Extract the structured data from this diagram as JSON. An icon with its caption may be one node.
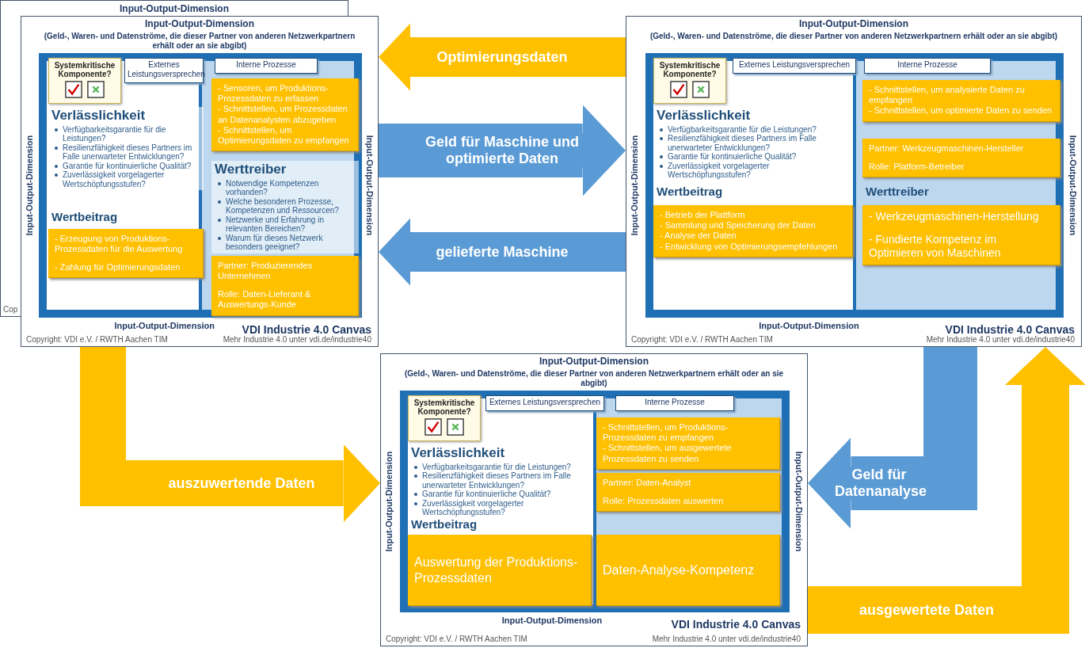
{
  "diagram": {
    "nodes": [
      {
        "text": [
          "Input-Output-Dimension",
          "(Geld-, Waren- und Datenströme, die dieser Partner von anderen Netzwerkpartnern erhält oder an sie abgibt)"
        ]
      },
      {
        "text": [
          "Systemkritische Komponente?"
        ],
        "in": 0
      },
      {
        "text": [
          "Externes Leistungsversprechen"
        ],
        "in": 0
      },
      {
        "text": [
          "Interne Prozesse"
        ],
        "in": 0
      },
      {
        "text": [
          "Verlässlichkeit",
          "Verfügbarkeitsgarantie für die Leistungen?",
          "Resilienzfähigkeit dieses Partners im Falle unerwarteter Entwicklungen?",
          "Garantie für kontinuierliche Qualität?",
          "Zuverlässigkeit vorgelagerter Wertschöpfungsstufen?"
        ],
        "in": 0
      },
      {
        "text": [
          "- Sensoren, um Produktions-Prozessdaten zu erfassen",
          "- Schnittstellen, um Prozessdaten an Datenanalysten abzugeben",
          "- Schnittstellen, um Optimierungsdaten zu empfangen"
        ],
        "in": 0
      },
      {
        "text": [
          "Partner: Produzierendes Unternehmen",
          "Rolle: Daten-Lieferant & Auswertungs-Kunde"
        ],
        "in": 0
      },
      {
        "text": [
          "Wertbeitrag"
        ],
        "in": 0
      },
      {
        "text": [
          "- Erzeugung von Produktions-Prozessdaten für die Auswertung",
          "- Zahlung für Optimierungsdaten"
        ],
        "in": 0
      },
      {
        "text": [
          "Werttreiber",
          "Notwendige Kompetenzen vorhanden?",
          "Welche besonderen Prozesse, Kompetenzen und Ressourcen?",
          "Netzwerke und Erfahrung in relevanten Bereichen?",
          "Warum für dieses Netzwerk besonders geeignet?"
        ],
        "in": 0
      },
      {
        "text": [
          "Input-Output-Dimension",
          "(Geld-, Waren- und Datenströme, die dieser Partner von anderen Netzwerkpartnern erhält oder an sie abgibt)"
        ]
      },
      {
        "text": [
          "Systemkritische Komponente?"
        ],
        "in": 10
      },
      {
        "text": [
          "Externes Leistungsversprechen"
        ],
        "in": 10
      },
      {
        "text": [
          "Interne Prozesse"
        ],
        "in": 10
      },
      {
        "text": [
          "Verlässlichkeit",
          "Verfügbarkeitsgarantie für die Leistungen?",
          "Resilienzfähigkeit dieses Partners im Falle unerwarteter Entwicklungen?",
          "Garantie für kontinuierliche Qualität?",
          "Zuverlässigkeit vorgelagerter Wertschöpfungsstufen?"
        ],
        "in": 10
      },
      {
        "text": [
          "- Schnittstellen, um analysierte Daten zu empfangen",
          "- Schnittstellen, um optimierte Daten zu senden"
        ],
        "in": 10
      },
      {
        "text": [
          "Partner: Werkzeugmaschinen-Hersteller",
          "Rolle: Platform-Betreiber"
        ],
        "in": 10
      },
      {
        "text": [
          "Wertbeitrag"
        ],
        "in": 10
      },
      {
        "text": [
          "Werttreiber"
        ],
        "in": 10
      },
      {
        "text": [
          "- Betrieb der Plattform",
          "- Sammlung und Speicherung der Daten",
          "- Analyse der Daten",
          "- Entwicklung von Optimierungsempfehlungen"
        ],
        "in": 10
      },
      {
        "text": [
          "- Werkzeugmaschinen-Herstellung",
          "- Fundierte Kompetenz im Optimieren von Maschinen"
        ],
        "in": 10
      },
      {
        "text": [
          "Input-Output-Dimension",
          "(Geld-, Waren- und Datenströme, die dieser Partner von anderen Netzwerkpartnern erhält oder an sie abgibt)"
        ]
      },
      {
        "text": [
          "Systemkritische Komponente?"
        ],
        "in": 21
      },
      {
        "text": [
          "Externes Leistungsversprechen"
        ],
        "in": 21
      },
      {
        "text": [
          "Interne Prozesse"
        ],
        "in": 21
      },
      {
        "text": [
          "Verlässlichkeit",
          "Verfügbarkeitsgarantie für die Leistungen?",
          "Resilienzfähigkeit dieses Partners im Falle unerwarteter Entwicklungen?",
          "Garantie für kontinuierliche Qualität?",
          "Zuverlässigkeit vorgelagerter Wertschöpfungsstufen?"
        ],
        "in": 21
      },
      {
        "text": [
          "- Schnittstellen, um Produktions-Prozessdaten zu empfangen",
          "- Schnittstellen, um ausgewertete Prozessdaten zu senden"
        ],
        "in": 21
      },
      {
        "text": [
          "Partner: Daten-Analyst",
          "Rolle: Prozessdaten auswerten"
        ],
        "in": 21
      },
      {
        "text": [
          "Wertbeitrag"
        ],
        "in": 21
      },
      {
        "text": [
          "Auswertung der Produktions-Prozessdaten"
        ],
        "in": 21
      },
      {
        "text": [
          "Daten-Analyse-Kompetenz"
        ],
        "in": 21
      }
    ],
    "edges": [
      {
        "from": 10,
        "to": 0,
        "arrow": "to",
        "label": "Optimierungsdaten",
        "color": "#ffc000"
      },
      {
        "from": 0,
        "to": 10,
        "arrow": "to",
        "label": "Geld für Maschine und optimierte Daten",
        "color": "#5b9bd5"
      },
      {
        "from": 10,
        "to": 0,
        "arrow": "to",
        "label": "gelieferte Maschine",
        "color": "#5b9bd5"
      },
      {
        "from": 0,
        "to": 21,
        "arrow": "to",
        "label": "auszuwertende Daten",
        "color": "#ffc000"
      },
      {
        "from": 10,
        "to": 21,
        "arrow": "to",
        "label": "Geld für Datenanalyse",
        "color": "#5b9bd5"
      },
      {
        "from": 21,
        "to": 10,
        "arrow": "to",
        "label": "ausgewertete Daten",
        "color": "#ffc000"
      }
    ],
    "labels": [
      "Input-Output-Dimension",
      "Cop",
      "Input-Output-Dimension",
      "Input-Output-Dimension",
      "Input-Output-Dimension",
      "Copyright: VDI e.V. / RWTH Aachen TIM",
      "VDI Industrie 4.0 Canvas",
      "Mehr Industrie 4.0 unter vdi.de/industrie40",
      "Input-Output-Dimension",
      "Input-Output-Dimension",
      "Input-Output-Dimension",
      "Copyright: VDI e.V. / RWTH Aachen TIM",
      "VDI Industrie 4.0 Canvas",
      "Mehr Industrie 4.0 unter vdi.de/industrie40",
      "Input-Output-Dimension",
      "Input-Output-Dimension",
      "Input-Output-Dimension",
      "Copyright: VDI e.V. / RWTH Aachen TIM",
      "VDI Industrie 4.0 Canvas",
      "Mehr Industrie 4.0 unter vdi.de/industrie40"
    ]
  }
}
